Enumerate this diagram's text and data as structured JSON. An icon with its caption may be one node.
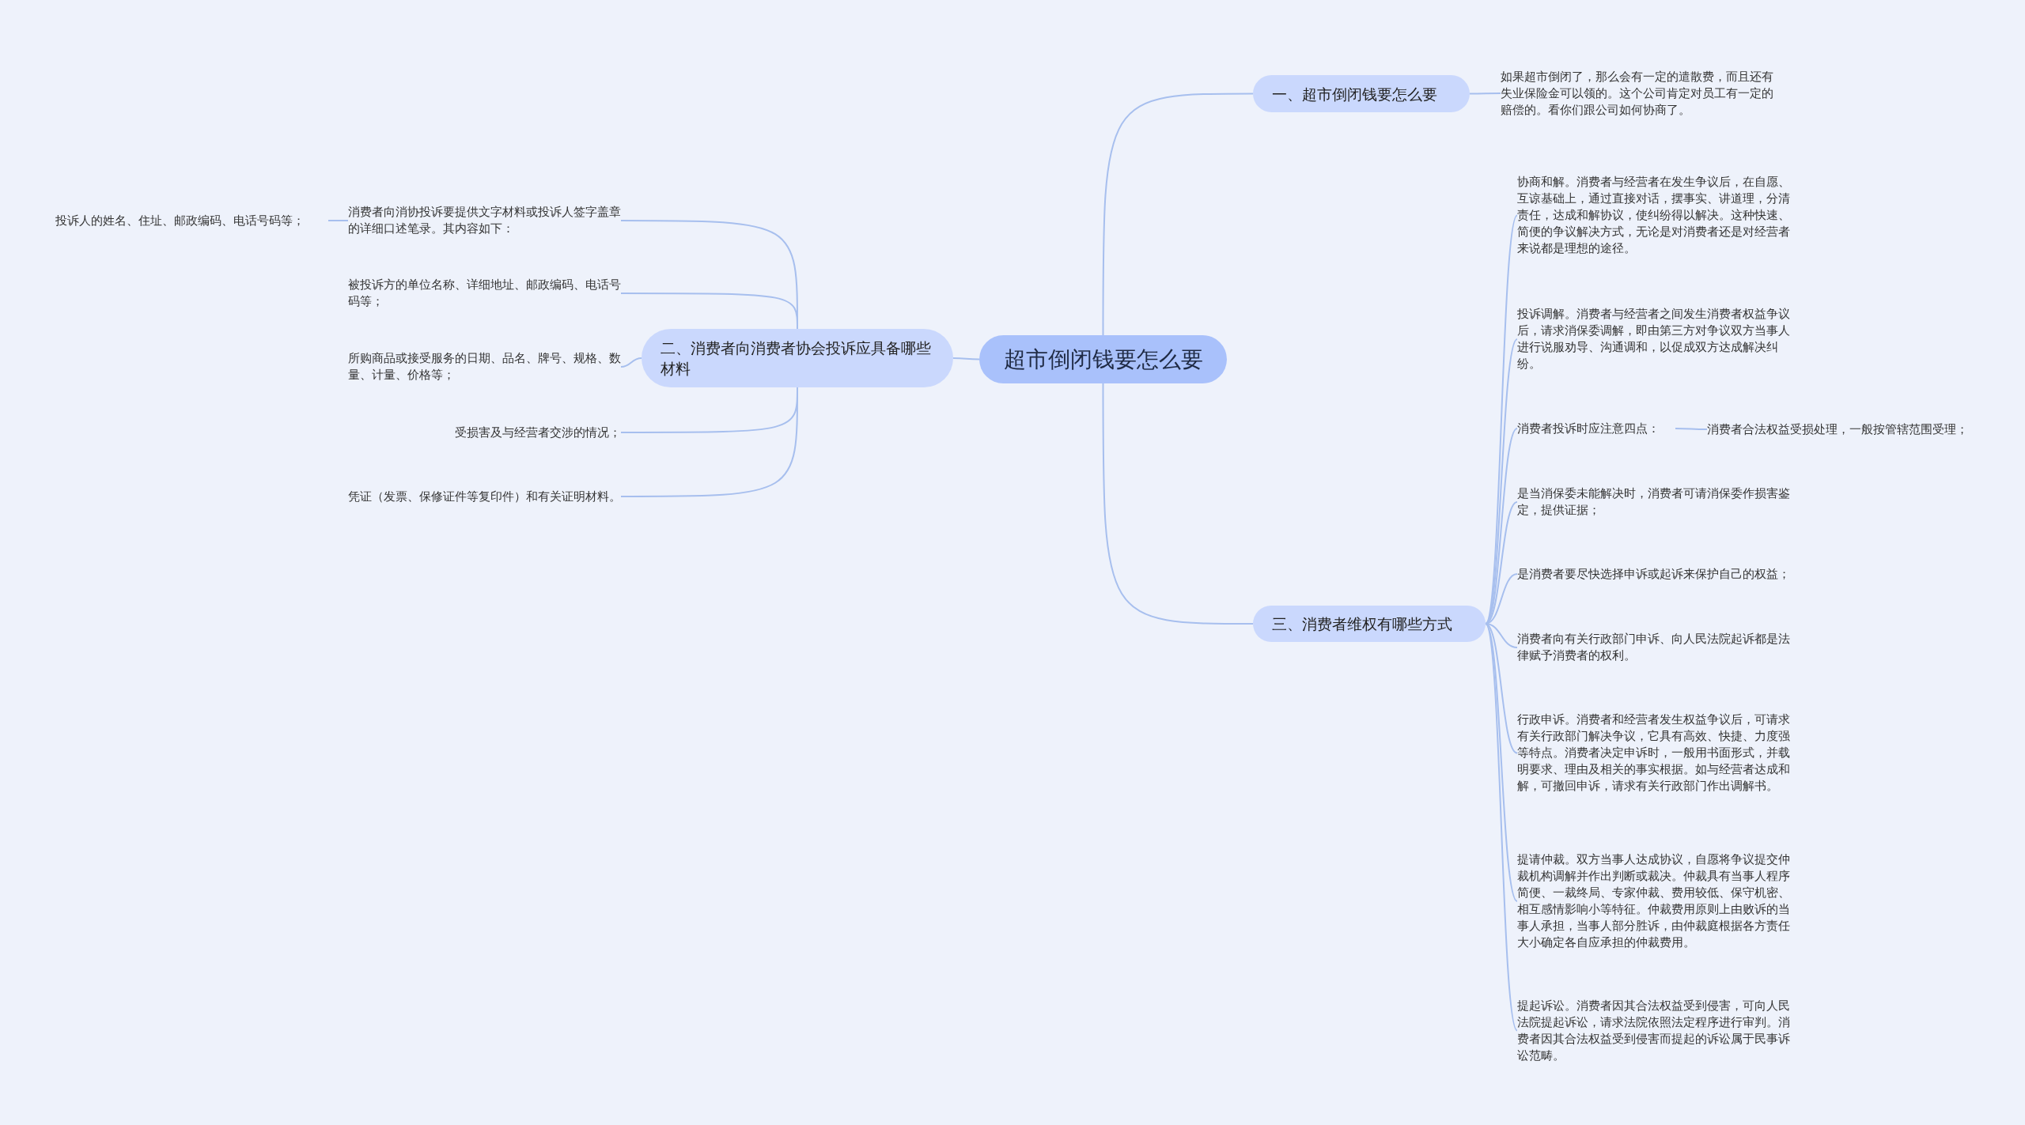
{
  "diagram": {
    "nodes": [
      {
        "text": [
          "超市倒闭钱要怎么要"
        ]
      },
      {
        "text": [
          "一、超市倒闭钱要怎么要"
        ]
      },
      {
        "text": [
          "如果超市倒闭了，那么会有一定的遣散费，而且还有失业保险金可以领的。这个公司肯定对员工有一定的赔偿的。看你们跟公司如何协商了。"
        ]
      },
      {
        "text": [
          "二、消费者向消费者协会投诉应具备哪些材料"
        ]
      },
      {
        "text": [
          "消费者向消协投诉要提供文字材料或投诉人签字盖章的详细口述笔录。其内容如下："
        ]
      },
      {
        "text": [
          "投诉人的姓名、住址、邮政编码、电话号码等；"
        ]
      },
      {
        "text": [
          "被投诉方的单位名称、详细地址、邮政编码、电话号码等；"
        ]
      },
      {
        "text": [
          "所购商品或接受服务的日期、品名、牌号、规格、数量、计量、价格等；"
        ]
      },
      {
        "text": [
          "受损害及与经营者交涉的情况；"
        ]
      },
      {
        "text": [
          "凭证（发票、保修证件等复印件）和有关证明材料。"
        ]
      },
      {
        "text": [
          "三、消费者维权有哪些方式"
        ]
      },
      {
        "text": [
          "协商和解。消费者与经营者在发生争议后，在自愿、互谅基础上，通过直接对话，摆事实、讲道理，分清责任，达成和解协议，使纠纷得以解决。这种快速、简便的争议解决方式，无论是对消费者还是对经营者来说都是理想的途径。"
        ]
      },
      {
        "text": [
          "投诉调解。消费者与经营者之间发生消费者权益争议后，请求消保委调解，即由第三方对争议双方当事人进行说服劝导、沟通调和，以促成双方达成解决纠纷。"
        ]
      },
      {
        "text": [
          "消费者投诉时应注意四点："
        ]
      },
      {
        "text": [
          "消费者合法权益受损处理，一般按管辖范围受理；"
        ]
      },
      {
        "text": [
          "是当消保委未能解决时，消费者可请消保委作损害鉴定，提供证据；"
        ]
      },
      {
        "text": [
          "是消费者要尽快选择申诉或起诉来保护自己的权益；"
        ]
      },
      {
        "text": [
          "消费者向有关行政部门申诉、向人民法院起诉都是法律赋予消费者的权利。"
        ]
      },
      {
        "text": [
          "行政申诉。消费者和经营者发生权益争议后，可请求有关行政部门解决争议，它具有高效、快捷、力度强等特点。消费者决定申诉时，一般用书面形式，并载明要求、理由及相关的事实根据。如与经营者达成和解，可撤回申诉，请求有关行政部门作出调解书。"
        ]
      },
      {
        "text": [
          "提请仲裁。双方当事人达成协议，自愿将争议提交仲裁机构调解并作出判断或裁决。仲裁具有当事人程序简便、一裁终局、专家仲裁、费用较低、保守机密、相互感情影响小等特征。仲裁费用原则上由败诉的当事人承担，当事人部分胜诉，由仲裁庭根据各方责任大小确定各自应承担的仲裁费用。"
        ]
      },
      {
        "text": [
          "提起诉讼。消费者因其合法权益受到侵害，可向人民法院提起诉讼，请求法院依照法定程序进行审判。消费者因其合法权益受到侵害而提起的诉讼属于民事诉讼范畴。"
        ]
      }
    ],
    "edges": [
      {
        "from": 0,
        "to": 1,
        "arrow": "none"
      },
      {
        "from": 1,
        "to": 2,
        "arrow": "none"
      },
      {
        "from": 0,
        "to": 3,
        "arrow": "none"
      },
      {
        "from": 3,
        "to": 4,
        "arrow": "none"
      },
      {
        "from": 4,
        "to": 5,
        "arrow": "none"
      },
      {
        "from": 3,
        "to": 6,
        "arrow": "none"
      },
      {
        "from": 3,
        "to": 7,
        "arrow": "none"
      },
      {
        "from": 3,
        "to": 8,
        "arrow": "none"
      },
      {
        "from": 3,
        "to": 9,
        "arrow": "none"
      },
      {
        "from": 0,
        "to": 10,
        "arrow": "none"
      },
      {
        "from": 10,
        "to": 11,
        "arrow": "none"
      },
      {
        "from": 10,
        "to": 12,
        "arrow": "none"
      },
      {
        "from": 10,
        "to": 13,
        "arrow": "none"
      },
      {
        "from": 13,
        "to": 14,
        "arrow": "none"
      },
      {
        "from": 10,
        "to": 15,
        "arrow": "none"
      },
      {
        "from": 10,
        "to": 16,
        "arrow": "none"
      },
      {
        "from": 10,
        "to": 17,
        "arrow": "none"
      },
      {
        "from": 10,
        "to": 18,
        "arrow": "none"
      },
      {
        "from": 10,
        "to": 19,
        "arrow": "none"
      },
      {
        "from": 10,
        "to": 20,
        "arrow": "none"
      }
    ]
  }
}
